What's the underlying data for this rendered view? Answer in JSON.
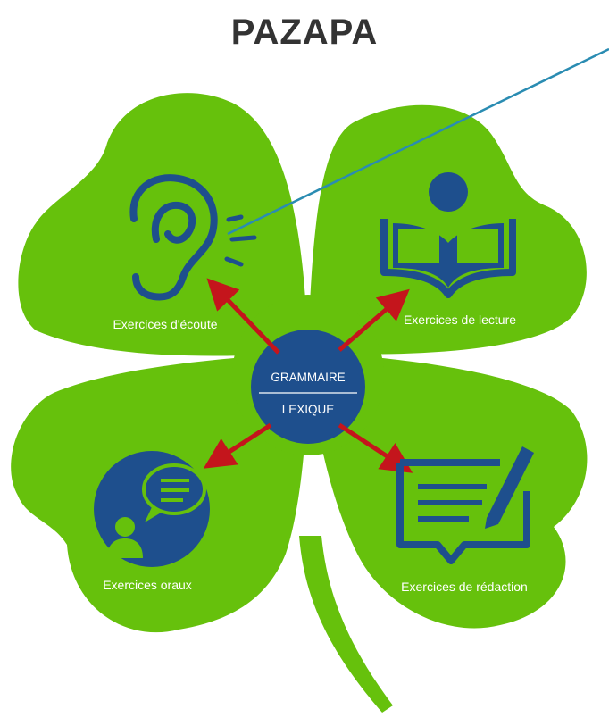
{
  "title": "PAZAPA",
  "center": {
    "top": "GRAMMAIRE",
    "bottom": "LEXIQUE"
  },
  "leaves": {
    "top_left": {
      "label": "Exercices d'écoute",
      "icon": "ear-icon"
    },
    "top_right": {
      "label": "Exercices de lecture",
      "icon": "reading-person-icon"
    },
    "bottom_left": {
      "label": "Exercices oraux",
      "icon": "speaking-person-icon"
    },
    "bottom_right": {
      "label": "Exercices de rédaction",
      "icon": "writing-document-icon"
    }
  },
  "colors": {
    "leaf": "#66c10c",
    "icon": "#1e4f8d",
    "arrow": "#c4151c",
    "pointer_line": "#2a8cb2",
    "title": "#333333"
  }
}
